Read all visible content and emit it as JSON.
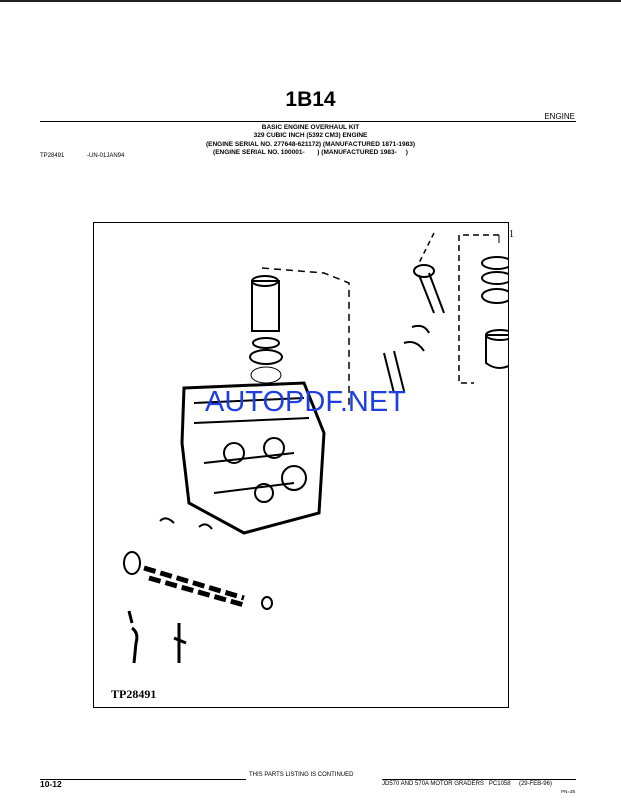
{
  "header": {
    "page_id": "1B14",
    "section": "ENGINE"
  },
  "titles": [
    "BASIC ENGINE OVERHAUL KIT",
    "329 CUBIC INCH (5392 CM3) ENGINE",
    "(ENGINE SERIAL NO. 277648-621172) (MANUFACTURED 1871-1983)",
    "(ENGINE SERIAL NO. 100001-       ) (MANUFACTURED 1983-     )"
  ],
  "figure": {
    "ref": "TP28491",
    "code": "-UN-01JAN94",
    "label": "TP28491",
    "callout": "1",
    "watermark": "AUTOPDF.NET"
  },
  "footer": {
    "page": "10-12",
    "continued": "THIS PARTS LISTING IS CONTINUED",
    "model": "JD570 AND 570A MOTOR GRADERS   PC1058     (29-FEB-96)",
    "pn": "PN=38"
  },
  "colors": {
    "watermark": "#1e3fe0"
  }
}
